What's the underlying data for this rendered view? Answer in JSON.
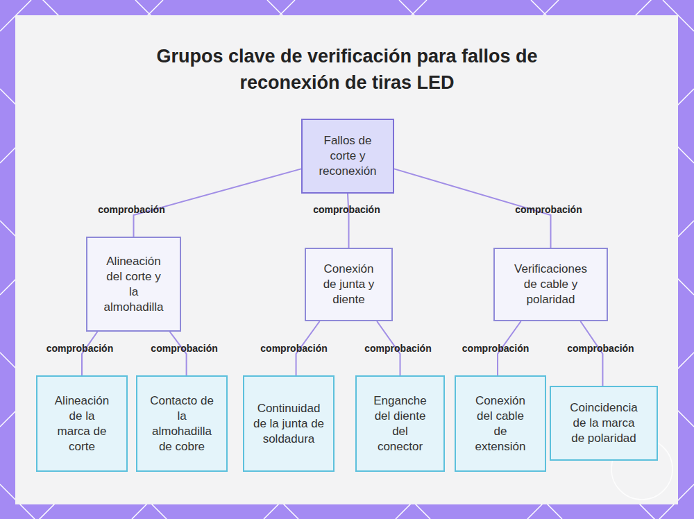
{
  "diagram": {
    "title": "Grupos clave de verificación para fallos de reconexión de tiras LED",
    "nodes": [
      {
        "text": [
          "Fallos de corte y reconexión"
        ]
      },
      {
        "text": [
          "Alineación del corte y la almohadilla"
        ]
      },
      {
        "text": [
          "Conexión de junta y diente"
        ]
      },
      {
        "text": [
          "Verificaciones de cable y polaridad"
        ]
      },
      {
        "text": [
          "Alineación de la marca de corte"
        ]
      },
      {
        "text": [
          "Contacto de la almohadilla de cobre"
        ]
      },
      {
        "text": [
          "Continuidad de la junta de soldadura"
        ]
      },
      {
        "text": [
          "Enganche del diente del conector"
        ]
      },
      {
        "text": [
          "Conexión del cable de extensión"
        ]
      },
      {
        "text": [
          "Coincidencia de la marca de polaridad"
        ]
      }
    ],
    "edges": [
      {
        "from": 0,
        "to": 1,
        "arrow": "none",
        "label": "comprobación"
      },
      {
        "from": 0,
        "to": 2,
        "arrow": "none",
        "label": "comprobación"
      },
      {
        "from": 0,
        "to": 3,
        "arrow": "none",
        "label": "comprobación"
      },
      {
        "from": 1,
        "to": 4,
        "arrow": "none",
        "label": "comprobación"
      },
      {
        "from": 1,
        "to": 5,
        "arrow": "none",
        "label": "comprobación"
      },
      {
        "from": 2,
        "to": 6,
        "arrow": "none",
        "label": "comprobación"
      },
      {
        "from": 2,
        "to": 7,
        "arrow": "none",
        "label": "comprobación"
      },
      {
        "from": 3,
        "to": 8,
        "arrow": "none",
        "label": "comprobación"
      },
      {
        "from": 3,
        "to": 9,
        "arrow": "none",
        "label": "comprobación"
      }
    ]
  }
}
